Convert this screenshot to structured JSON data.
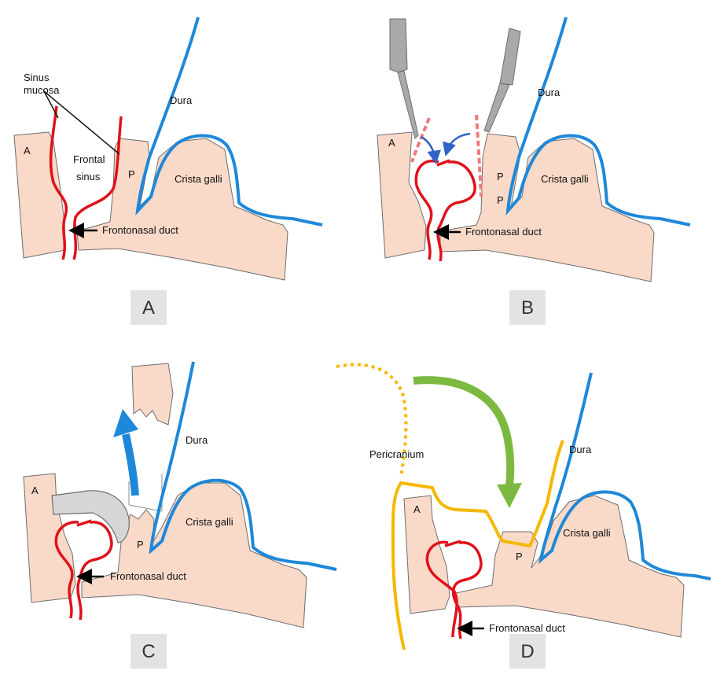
{
  "colors": {
    "bone": "#f9d9c8",
    "mucosa": "#e0111b",
    "dura": "#1e88d8",
    "pericranium": "#f5b800",
    "instrument": "#a9a9a9",
    "green_arrow": "#7cb940",
    "letter_box": "#e3e3e3"
  },
  "panels": {
    "a": {
      "letter": "A",
      "labels": {
        "sinus_mucosa_1": "Sinus",
        "sinus_mucosa_2": "mucosa",
        "dura": "Dura",
        "a": "A",
        "frontal_sinus_1": "Frontal",
        "frontal_sinus_2": "sinus",
        "p": "P",
        "crista_galli": "Crista galli",
        "frontonasal_duct": "Frontonasal duct"
      }
    },
    "b": {
      "letter": "B",
      "labels": {
        "dura": "Dura",
        "a": "A",
        "p1": "P",
        "p2": "P",
        "crista_galli": "Crista galli",
        "frontonasal_duct": "Frontonasal duct"
      }
    },
    "c": {
      "letter": "C",
      "labels": {
        "dura": "Dura",
        "a": "A",
        "p": "P",
        "crista_galli": "Crista galli",
        "frontonasal_duct": "Frontonasal duct"
      }
    },
    "d": {
      "letter": "D",
      "labels": {
        "pericranium": "Pericranium",
        "dura": "Dura",
        "a": "A",
        "p": "P",
        "crista_galli": "Crista galli",
        "frontonasal_duct": "Frontonasal duct"
      }
    }
  }
}
